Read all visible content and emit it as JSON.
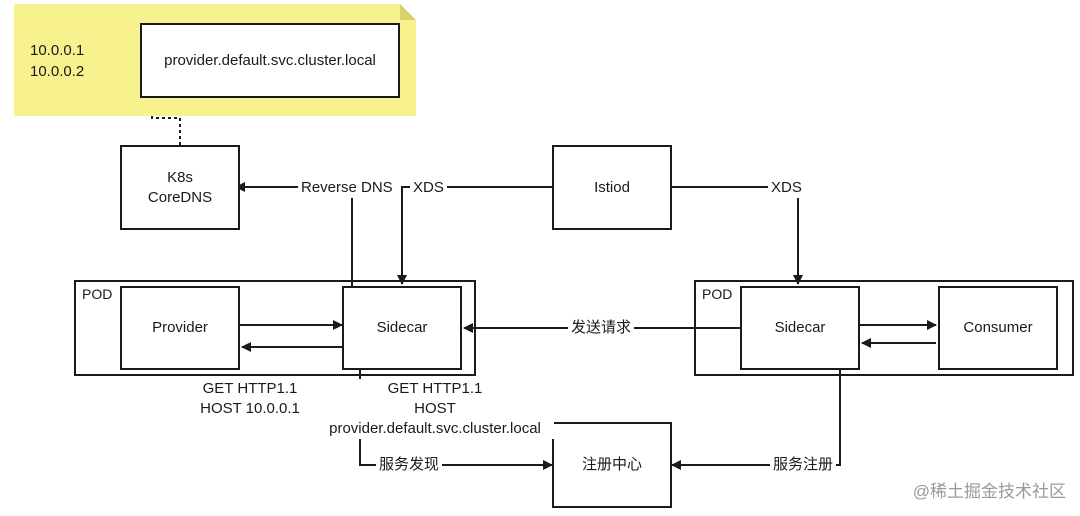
{
  "note": {
    "ips": [
      "10.0.0.1",
      "10.0.0.2"
    ],
    "domain": "provider.default.svc.cluster.local"
  },
  "nodes": {
    "coredns": [
      "K8s",
      "CoreDNS"
    ],
    "istiod": "Istiod",
    "provider": "Provider",
    "sidecar_left": "Sidecar",
    "sidecar_right": "Sidecar",
    "consumer": "Consumer",
    "registry": "注册中心"
  },
  "pods": {
    "left": "POD",
    "right": "POD"
  },
  "edges": {
    "reverse_dns": "Reverse DNS",
    "xds_left": "XDS",
    "xds_right": "XDS",
    "send_request": "发送请求",
    "service_discovery": "服务发现",
    "service_register": "服务注册"
  },
  "requests": {
    "provider_side": [
      "GET HTTP1.1",
      "HOST 10.0.0.1"
    ],
    "sidecar_side": [
      "GET HTTP1.1",
      "HOST",
      "provider.default.svc.cluster.local"
    ]
  },
  "watermark": "@稀土掘金技术社区",
  "colors": {
    "note_bg": "#f7f28e",
    "stroke": "#1a1a1a"
  }
}
